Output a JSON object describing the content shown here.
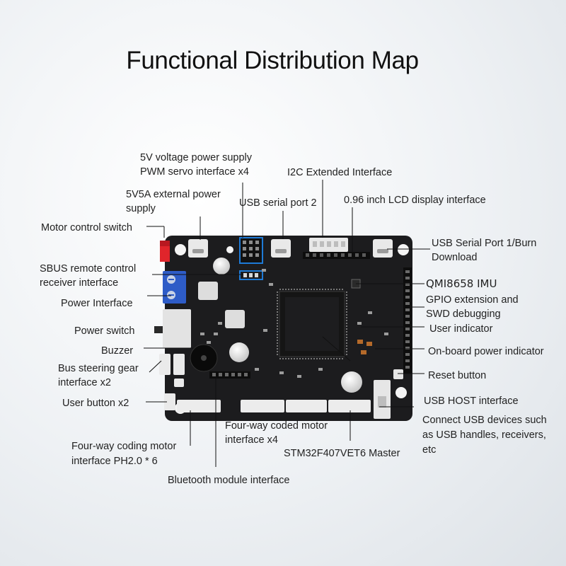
{
  "title": "Functional Distribution Map",
  "labels": {
    "servo_supply": "5V voltage power supply\nPWM servo interface x4",
    "i2c": "I2C Extended Interface",
    "ext_power": "5V5A external power\nsupply",
    "usb_serial2": "USB serial port 2",
    "lcd": "0.96 inch LCD display interface",
    "motor_switch": "Motor control switch",
    "usb_serial1": "USB Serial Port 1/Burn\nDownload",
    "sbus": "SBUS remote control\nreceiver interface",
    "imu": "QMI8658 IMU",
    "power_interface": "Power Interface",
    "gpio_swd": "GPIO extension and\nSWD debugging",
    "power_switch": "Power switch",
    "user_indicator": "User indicator",
    "buzzer": "Buzzer",
    "onboard_power": "On-board power indicator",
    "bus_servo": "Bus steering gear\ninterface x2",
    "reset": "Reset button",
    "user_button": "User button x2",
    "usb_host": "USB HOST interface",
    "usb_devices": "Connect USB devices such\nas USB handles, receivers,\netc",
    "coded_motor": "Four-way coded motor\ninterface x4",
    "coding_motor_ph": "Four-way coding motor\ninterface PH2.0 * 6",
    "stm32": "STM32F407VET6 Master",
    "bluetooth": "Bluetooth module interface"
  },
  "colors": {
    "pcb": "#1c1c1e",
    "terminal_blue": "#2e5cc7",
    "switch_red": "#e0252b",
    "highlight_blue": "#1e7ad6",
    "leader": "#111111"
  }
}
